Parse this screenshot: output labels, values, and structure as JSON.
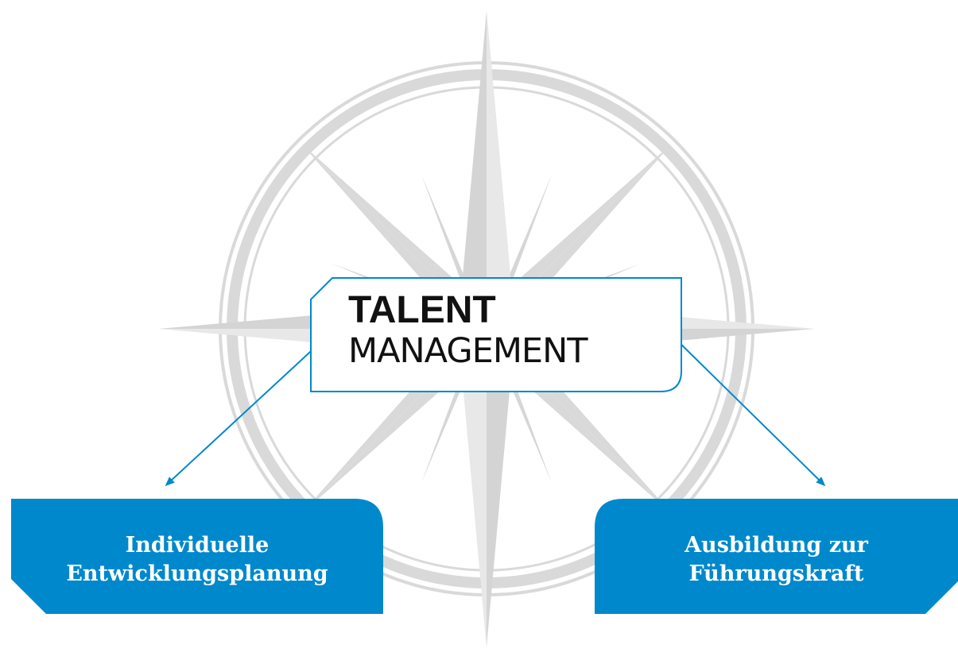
{
  "title": {
    "line1": "TALENT",
    "line2": "MANAGEMENT"
  },
  "left_box": {
    "line1": "Individuelle",
    "line2": "Entwicklungsplanung"
  },
  "right_box": {
    "line1": "Ausbildung zur",
    "line2": "Führungskraft"
  },
  "colors": {
    "accent": "#0088cc",
    "compass": "#d9d9d9",
    "text": "#111111"
  },
  "icons": [
    "compass-rose-icon"
  ]
}
